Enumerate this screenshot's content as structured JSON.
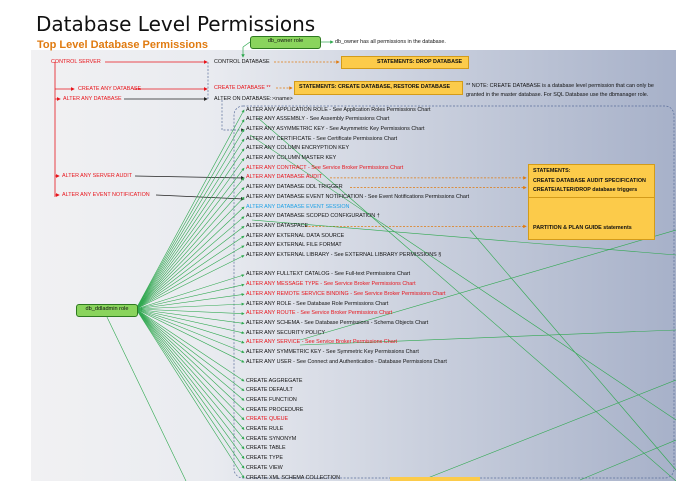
{
  "title": "Database Level Permissions",
  "subtitle": "Top Level Database Permissions",
  "colors": {
    "green_line": "#2fa84f",
    "orange_line": "#e07b10",
    "red_text": "#e8141b",
    "blue_text": "#1da1e6",
    "yellow_box": "#fccb4a",
    "green_box": "#8ad45d"
  },
  "roles": {
    "db_owner": "db_owner role",
    "db_owner_note": "db_owner has all permissions in the database.",
    "db_ddladmin": "db_ddladmin role"
  },
  "server": {
    "control_server": "CONTROL SERVER",
    "create_any_database": "CREATE ANY DATABASE",
    "alter_any_database": "ALTER ANY DATABASE",
    "alter_any_server_audit": "ALTER ANY SERVER AUDIT",
    "alter_any_event_notification": "ALTER ANY EVENT NOTIFICATION"
  },
  "db": {
    "control_database": "CONTROL DATABASE",
    "create_database": "CREATE DATABASE **",
    "alter_on_database": "ALTER ON DATABASE::<name>"
  },
  "statements": {
    "drop_database": "STATEMENTS: DROP DATABASE",
    "create_restore": "STATEMENTS: CREATE DATABASE, RESTORE DATABASE",
    "audit_heading": "STATEMENTS:",
    "audit_spec": "CREATE DATABASE AUDIT SPECIFICATION",
    "ddl_triggers": "CREATE/ALTER/DROP database triggers",
    "partition": "PARTITION & PLAN GUIDE statements"
  },
  "note": {
    "line1": "** NOTE: CREATE DATABASE is a database level permission that can only be",
    "line2": "granted in the master database. For SQL Database use the dbmanager role."
  },
  "alter_items": [
    {
      "text": "ALTER ANY APPLICATION ROLE - See Application Roles Permissions Chart",
      "color": "black"
    },
    {
      "text": "ALTER ANY ASSEMBLY - See Assembly Permissions Chart",
      "color": "black"
    },
    {
      "text": "ALTER ANY ASYMMETRIC KEY - See Asymmetric Key Permissions Chart",
      "color": "black"
    },
    {
      "text": "ALTER ANY CERTIFICATE - See Certificate Permissions Chart",
      "color": "black"
    },
    {
      "text": "ALTER ANY COLUMN ENCRYPTION KEY",
      "color": "black"
    },
    {
      "text": "ALTER ANY COLUMN MASTER KEY",
      "color": "black"
    },
    {
      "text": "ALTER ANY CONTRACT - See Service Broker Permissions Chart",
      "color": "red"
    },
    {
      "text": "ALTER ANY DATABASE AUDIT",
      "color": "red"
    },
    {
      "text": "ALTER ANY DATABASE DDL TRIGGER",
      "color": "black"
    },
    {
      "text": "ALTER ANY DATABASE EVENT NOTIFICATION - See Event Notifications Permissions Chart",
      "color": "black"
    },
    {
      "text": "ALTER ANY DATABASE EVENT SESSION",
      "color": "blue"
    },
    {
      "text": "ALTER ANY DATABASE SCOPED CONFIGURATION †",
      "color": "black"
    },
    {
      "text": "ALTER ANY DATASPACE",
      "color": "black"
    },
    {
      "text": "ALTER ANY EXTERNAL DATA SOURCE",
      "color": "black"
    },
    {
      "text": "ALTER ANY EXTERNAL FILE FORMAT",
      "color": "black"
    },
    {
      "text": "ALTER ANY EXTERNAL LIBRARY - See EXTERNAL LIBRARY PERMISSIONS §",
      "color": "black"
    },
    {
      "text": "",
      "color": "black"
    },
    {
      "text": "ALTER ANY FULLTEXT CATALOG - See Full-text Permissions Chart",
      "color": "black"
    },
    {
      "text": "ALTER ANY MESSAGE TYPE - See Service Broker Permissions Chart",
      "color": "red"
    },
    {
      "text": "ALTER ANY REMOTE SERVICE BINDING - See Service Broker Permissions Chart",
      "color": "red"
    },
    {
      "text": "ALTER ANY ROLE - See Database Role Permissions Chart",
      "color": "black"
    },
    {
      "text": "ALTER ANY ROUTE - See Service Broker Permissions Chart",
      "color": "red"
    },
    {
      "text": "ALTER ANY SCHEMA - See Database Permissions - Schema Objects Chart",
      "color": "black"
    },
    {
      "text": "ALTER ANY SECURITY POLICY",
      "color": "black"
    },
    {
      "text": "ALTER ANY SERVICE - See Service Broker Permissions Chart",
      "color": "red"
    },
    {
      "text": "ALTER ANY SYMMETRIC KEY - See Symmetric Key Permissions Chart",
      "color": "black"
    },
    {
      "text": "ALTER ANY USER - See Connect and Authentication - Database Permissions Chart",
      "color": "black"
    }
  ],
  "create_items": [
    {
      "text": "CREATE AGGREGATE",
      "color": "black"
    },
    {
      "text": "CREATE DEFAULT",
      "color": "black"
    },
    {
      "text": "CREATE FUNCTION",
      "color": "black"
    },
    {
      "text": "CREATE PROCEDURE",
      "color": "black"
    },
    {
      "text": "CREATE QUEUE",
      "color": "red"
    },
    {
      "text": "CREATE RULE",
      "color": "black"
    },
    {
      "text": "CREATE SYNONYM",
      "color": "black"
    },
    {
      "text": "CREATE TABLE",
      "color": "black"
    },
    {
      "text": "CREATE TYPE",
      "color": "black"
    },
    {
      "text": "CREATE VIEW",
      "color": "black"
    },
    {
      "text": "CREATE XML SCHEMA COLLECTION",
      "color": "black"
    }
  ]
}
